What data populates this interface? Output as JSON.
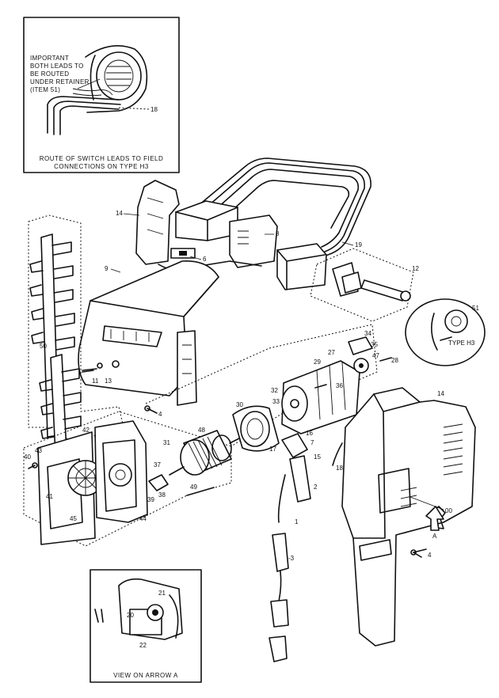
{
  "inset_top": {
    "note_lines": [
      "IMPORTANT",
      "BOTH LEADS TO",
      "BE ROUTED",
      "UNDER RETAINER",
      "(ITEM 51)"
    ],
    "callout": "18",
    "caption_lines": [
      "ROUTE OF SWITCH LEADS TO FIELD",
      "CONNECTIONS ON TYPE H3"
    ]
  },
  "inset_bottom": {
    "caption": "VIEW ON ARROW A",
    "callouts": [
      "21",
      "20",
      "22"
    ]
  },
  "type_h3_detail": {
    "label": "TYPE H3",
    "callout": "51"
  },
  "arrow_label": "A",
  "part_numbers": {
    "p14_top": "14",
    "p8": "8",
    "p6": "6",
    "p19": "19",
    "p9": "9",
    "p12": "12",
    "p51": "51",
    "p34": "34",
    "p35": "35",
    "p27": "27",
    "p47": "47",
    "p28": "28",
    "p29": "29",
    "p32": "32",
    "p36": "36",
    "p33": "33",
    "p30": "30",
    "p50": "50",
    "p11": "11",
    "p13": "13",
    "p14_side": "14",
    "p4_upper": "4",
    "p42": "42",
    "p48": "48",
    "p31": "31",
    "p16": "16",
    "p7": "7",
    "p17": "17",
    "p15": "15",
    "p18": "18",
    "p2": "2",
    "p40": "40",
    "p43": "43",
    "p37": "37",
    "p38": "38",
    "p39": "39",
    "p41": "41",
    "p45": "45",
    "p44": "44",
    "p49": "49",
    "p00": "00",
    "p1": "1",
    "p3": "-3",
    "p4_lower": "4"
  }
}
